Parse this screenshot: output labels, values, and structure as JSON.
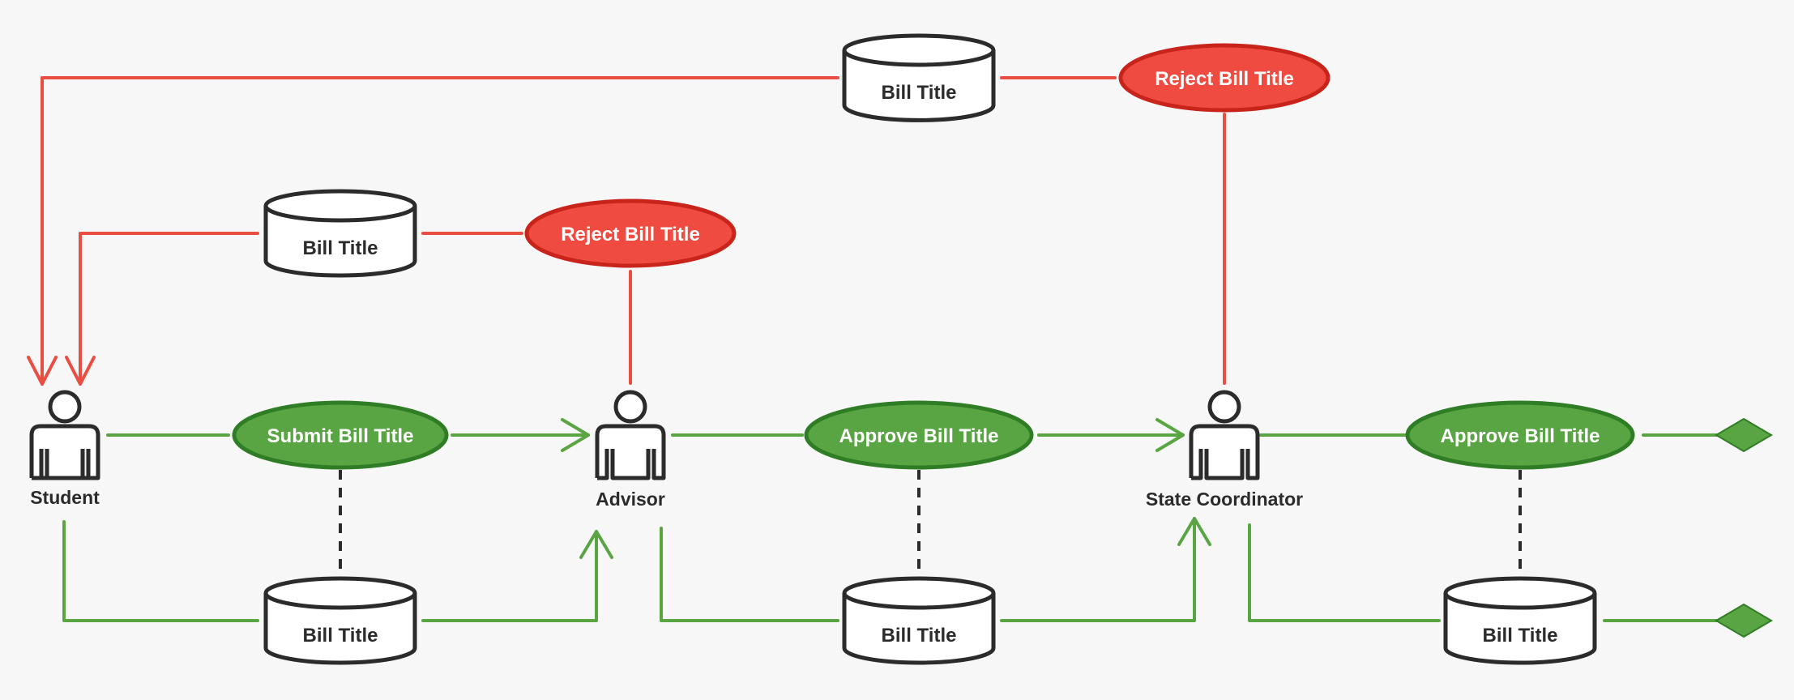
{
  "colors": {
    "background": "#f7f7f7",
    "green_fill": "#5aa543",
    "green_stroke": "#2f7d24",
    "green_line": "#5aa543",
    "red_fill": "#ef4b40",
    "red_stroke": "#c9241b",
    "red_line": "#ea4d42",
    "outline": "#2b2b2b"
  },
  "actors": {
    "student": {
      "label": "Student",
      "icon": "person-icon"
    },
    "advisor": {
      "label": "Advisor",
      "icon": "person-icon"
    },
    "state_coordinator": {
      "label": "State Coordinator",
      "icon": "person-icon"
    }
  },
  "use_cases": {
    "submit": "Submit Bill Title",
    "approve_advisor": "Approve Bill Title",
    "approve_state": "Approve Bill Title",
    "reject_advisor": "Reject Bill Title",
    "reject_state": "Reject Bill Title"
  },
  "data_stores": {
    "submit": "Bill Title",
    "approve_advisor": "Bill Title",
    "approve_state": "Bill Title",
    "reject_advisor": "Bill Title",
    "reject_state": "Bill Title"
  }
}
